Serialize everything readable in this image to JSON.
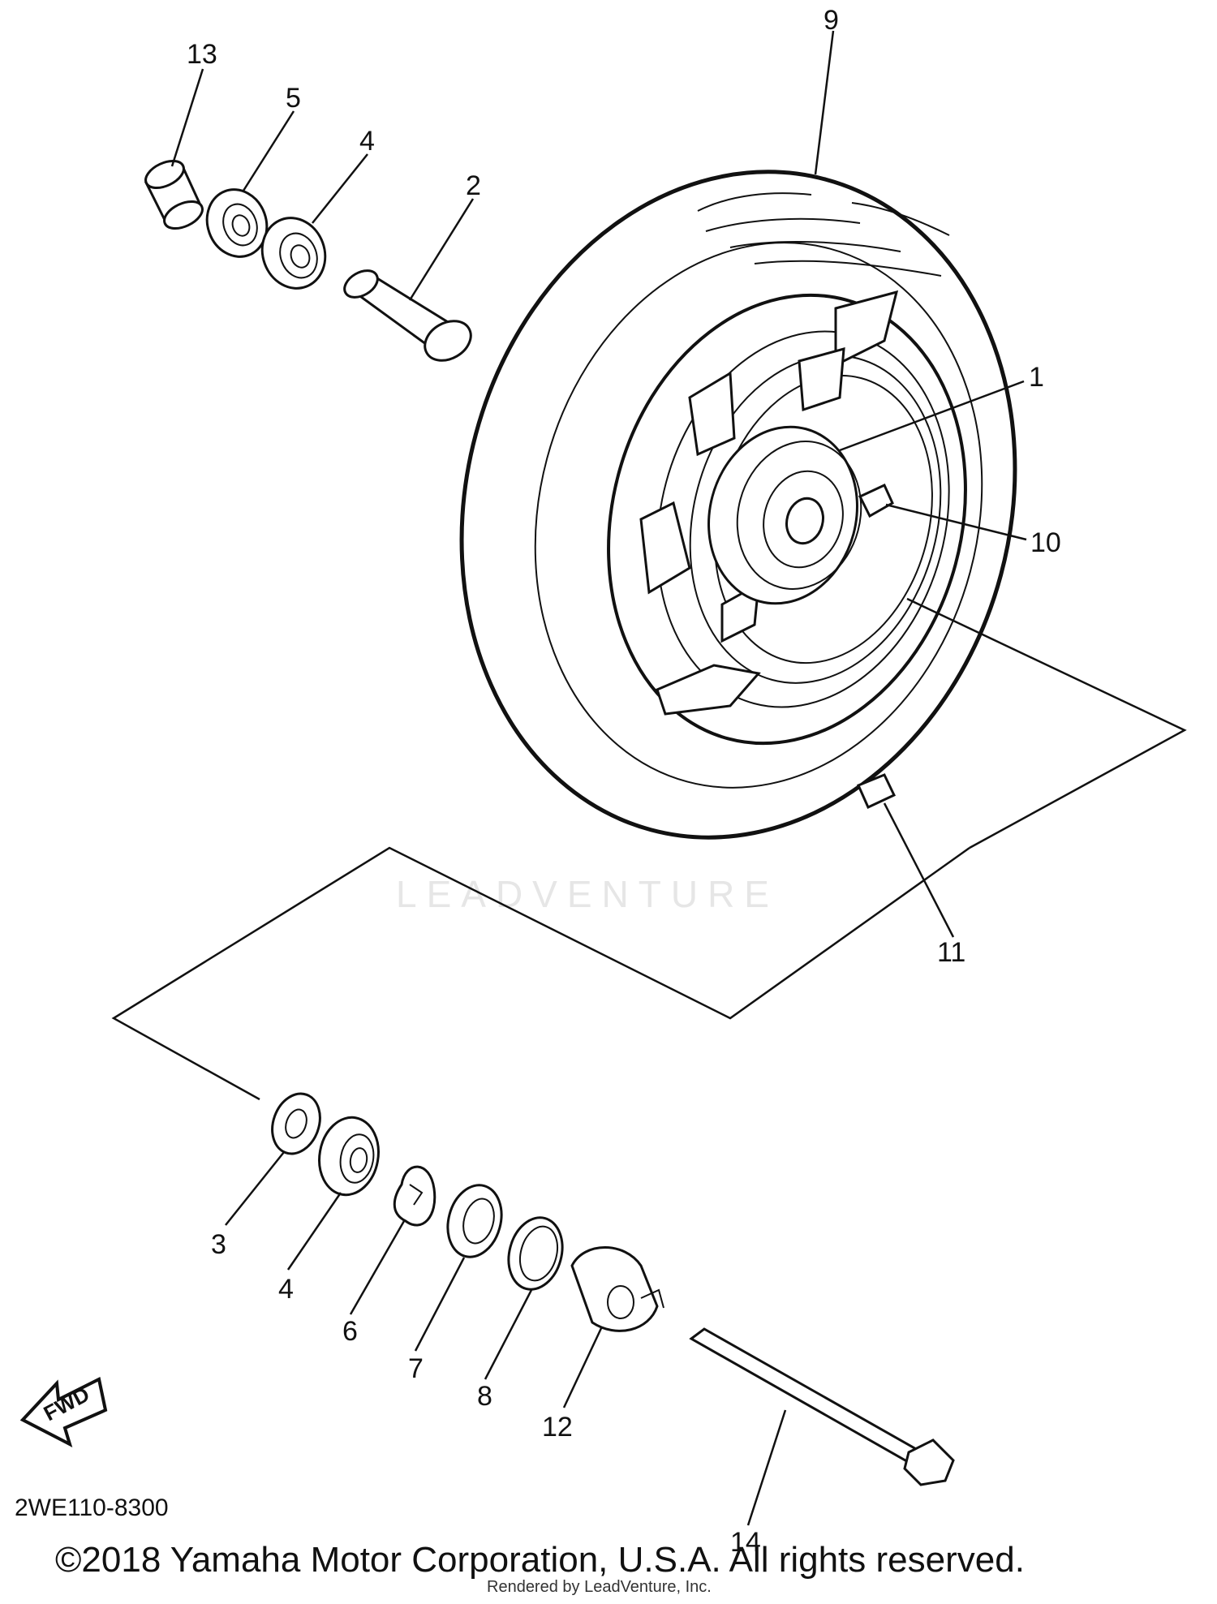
{
  "diagram": {
    "diagram_code": "2WE110-8300",
    "copyright": "©2018 Yamaha Motor Corporation, U.S.A. All rights reserved.",
    "rendered_by": "Rendered by LeadVenture, Inc.",
    "watermark": "LEADVENTURE",
    "fwd_label": "FWD",
    "callouts": {
      "c1": "1",
      "c2": "2",
      "c3": "3",
      "c4a": "4",
      "c4b": "4",
      "c5": "5",
      "c6": "6",
      "c7": "7",
      "c8": "8",
      "c9": "9",
      "c10": "10",
      "c11": "11",
      "c12": "12",
      "c13": "13",
      "c14": "14"
    }
  }
}
